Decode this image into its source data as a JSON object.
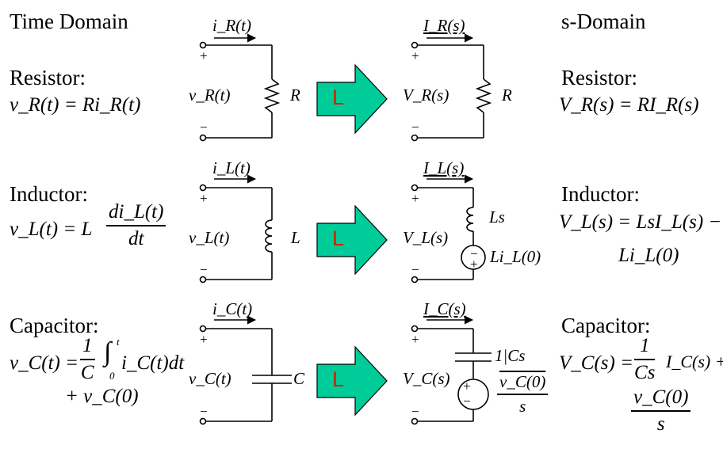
{
  "headers": {
    "time_domain": "Time Domain",
    "s_domain": "s-Domain"
  },
  "transform_symbol": "L",
  "colors": {
    "arrow_fill": "#00cc99",
    "arrow_symbol": "#cc2200",
    "line": "#000000"
  },
  "common": {
    "plus": "+",
    "minus": "−"
  },
  "resistor": {
    "label": "Resistor:",
    "time_eq": "v_R(t) = Ri_R(t)",
    "current_time": "i_R(t)",
    "voltage_time": "v_R(t)",
    "element": "R",
    "current_s": "I_R(s)",
    "voltage_s": "V_R(s)",
    "s_label": "Resistor:",
    "s_eq": "V_R(s) = RI_R(s)"
  },
  "inductor": {
    "label": "Inductor:",
    "time_eq_lhs": "v_L(t) = L",
    "time_eq_num": "di_L(t)",
    "time_eq_den": "dt",
    "current_time": "i_L(t)",
    "voltage_time": "v_L(t)",
    "element": "L",
    "current_s": "I_L(s)",
    "voltage_s": "V_L(s)",
    "impedance_s": "Ls",
    "source_s": "Li_L(0)",
    "s_label": "Inductor:",
    "s_eq_line1": "V_L(s) = LsI_L(s) −",
    "s_eq_line2": "Li_L(0)"
  },
  "capacitor": {
    "label": "Capacitor:",
    "time_eq_lhs": "v_C(t) =",
    "time_eq_num": "1",
    "time_eq_den": "C",
    "time_eq_integral": "∫",
    "time_eq_lower": "0",
    "time_eq_upper": "t",
    "time_eq_integrand": "i_C(t)dt",
    "time_eq_line2": "+ v_C(0)",
    "current_time": "i_C(t)",
    "voltage_time": "v_C(t)",
    "element": "C",
    "current_s": "I_C(s)",
    "voltage_s": "V_C(s)",
    "impedance_s": "1|Cs",
    "source_num": "v_C(0)",
    "source_den": "s",
    "s_label": "Capacitor:",
    "s_eq_lhs": "V_C(s) =",
    "s_eq_num": "1",
    "s_eq_den": "Cs",
    "s_eq_rhs": "I_C(s) +",
    "s_eq2_num": "v_C(0)",
    "s_eq2_den": "s"
  }
}
